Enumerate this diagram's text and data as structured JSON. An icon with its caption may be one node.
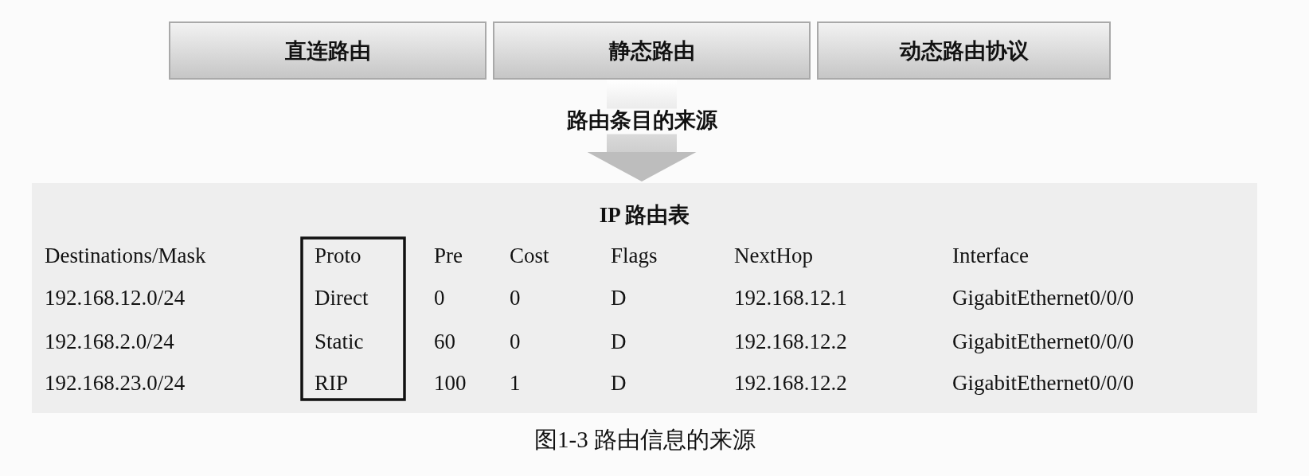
{
  "diagram": {
    "caption": "图1-3 路由信息的来源",
    "nodes": [
      {
        "text": [
          "直连路由"
        ]
      },
      {
        "text": [
          "静态路由"
        ]
      },
      {
        "text": [
          "动态路由协议"
        ]
      },
      {
        "text": [
          "IP 路由表"
        ]
      }
    ],
    "edges": [
      {
        "from": 1,
        "to": 3,
        "arrow": "to",
        "label": "路由条目的来源"
      }
    ],
    "labels": [
      "Destinations/Mask",
      "Proto",
      "Pre",
      "Cost",
      "Flags",
      "NextHop",
      "Interface",
      "192.168.12.0/24",
      "Direct",
      "0",
      "0",
      "D",
      "192.168.12.1",
      "GigabitEthernet0/0/0",
      "192.168.2.0/24",
      "Static",
      "60",
      "0",
      "D",
      "192.168.12.2",
      "GigabitEthernet0/0/0",
      "192.168.23.0/24",
      "RIP",
      "100",
      "1",
      "D",
      "192.168.12.2",
      "GigabitEthernet0/0/0"
    ]
  }
}
